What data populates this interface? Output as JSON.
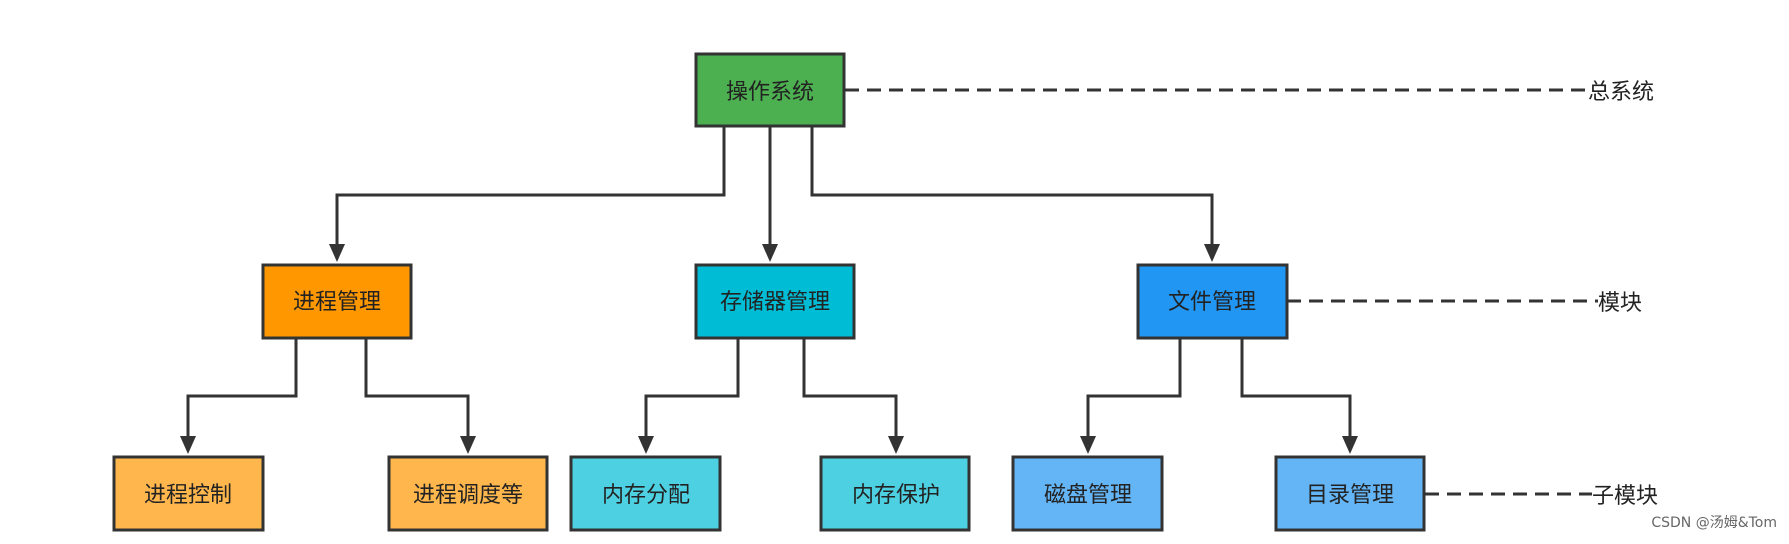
{
  "nodes": {
    "os": {
      "label": "操作系统",
      "color": "#4CAF50"
    },
    "process": {
      "label": "进程管理",
      "color": "#FF9800"
    },
    "storage": {
      "label": "存储器管理",
      "color": "#00BCD4"
    },
    "file": {
      "label": "文件管理",
      "color": "#2196F3"
    },
    "proc_ctrl": {
      "label": "进程控制",
      "color": "#FFB74D"
    },
    "proc_sched": {
      "label": "进程调度等",
      "color": "#FFB74D"
    },
    "mem_alloc": {
      "label": "内存分配",
      "color": "#4DD0E1"
    },
    "mem_protect": {
      "label": "内存保护",
      "color": "#4DD0E1"
    },
    "disk": {
      "label": "磁盘管理",
      "color": "#64B5F6"
    },
    "dir": {
      "label": "目录管理",
      "color": "#64B5F6"
    }
  },
  "levels": {
    "top": "总系统",
    "middle": "模块",
    "bottom": "子模块"
  },
  "watermark": "CSDN @汤姆&Tom"
}
